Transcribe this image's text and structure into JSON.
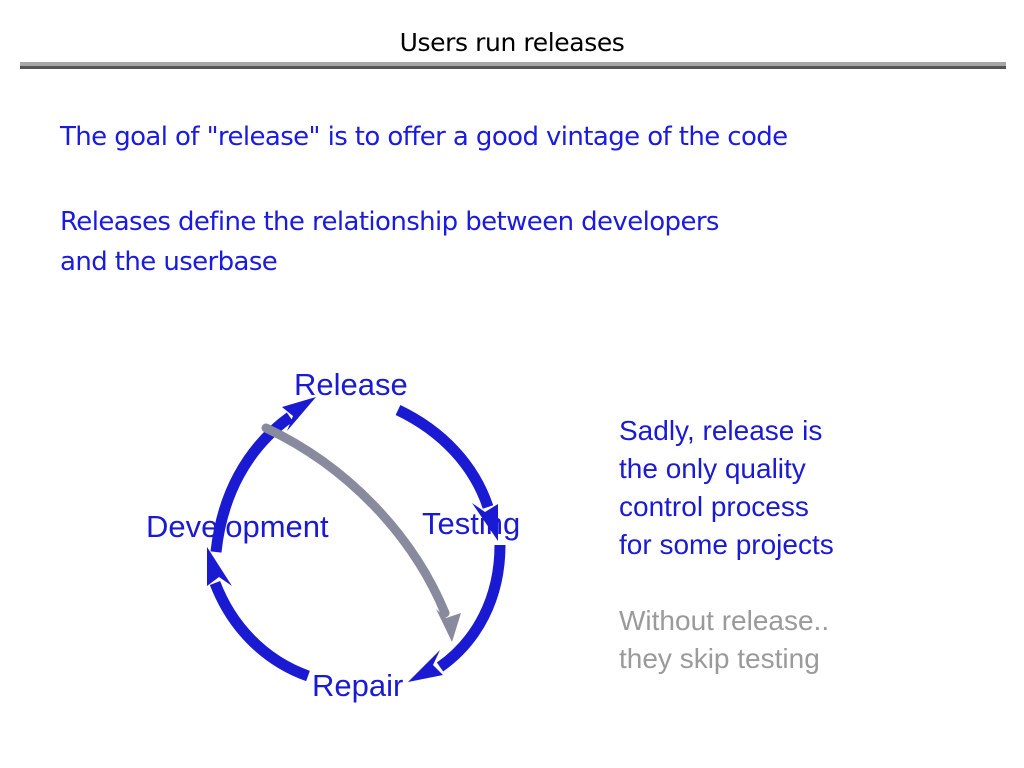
{
  "slide": {
    "title": "Users run releases",
    "background": "#ffffff",
    "rule_color_light": "#a6a6a6",
    "rule_color_dark": "#555555"
  },
  "body": {
    "bullets": [
      "The goal of \"release\" is to offer a good vintage of the code",
      "Releases define the relationship between developers\nand the userbase"
    ]
  },
  "diagram": {
    "name": "release-cycle",
    "accent_color": "#1a1ad2",
    "secondary_color": "#8a8a9e",
    "nodes": [
      {
        "id": "release",
        "label": "Release"
      },
      {
        "id": "testing",
        "label": "Testing"
      },
      {
        "id": "repair",
        "label": "Repair"
      },
      {
        "id": "development",
        "label": "Development"
      }
    ],
    "edges": [
      {
        "from": "development",
        "to": "release",
        "style": "blue-arc"
      },
      {
        "from": "release",
        "to": "testing",
        "style": "blue-arc"
      },
      {
        "from": "testing",
        "to": "repair",
        "style": "blue-arc"
      },
      {
        "from": "repair",
        "to": "development",
        "style": "blue-arc"
      },
      {
        "from": "release",
        "to": "repair",
        "style": "gray-shortcut-arc"
      }
    ]
  },
  "commentary": {
    "blue_text": "Sadly, release is\nthe only quality\ncontrol process\nfor some projects",
    "gray_text": "Without release..\nthey skip testing",
    "blue_color": "#1a1ad2",
    "gray_color": "#9a9a9a"
  }
}
